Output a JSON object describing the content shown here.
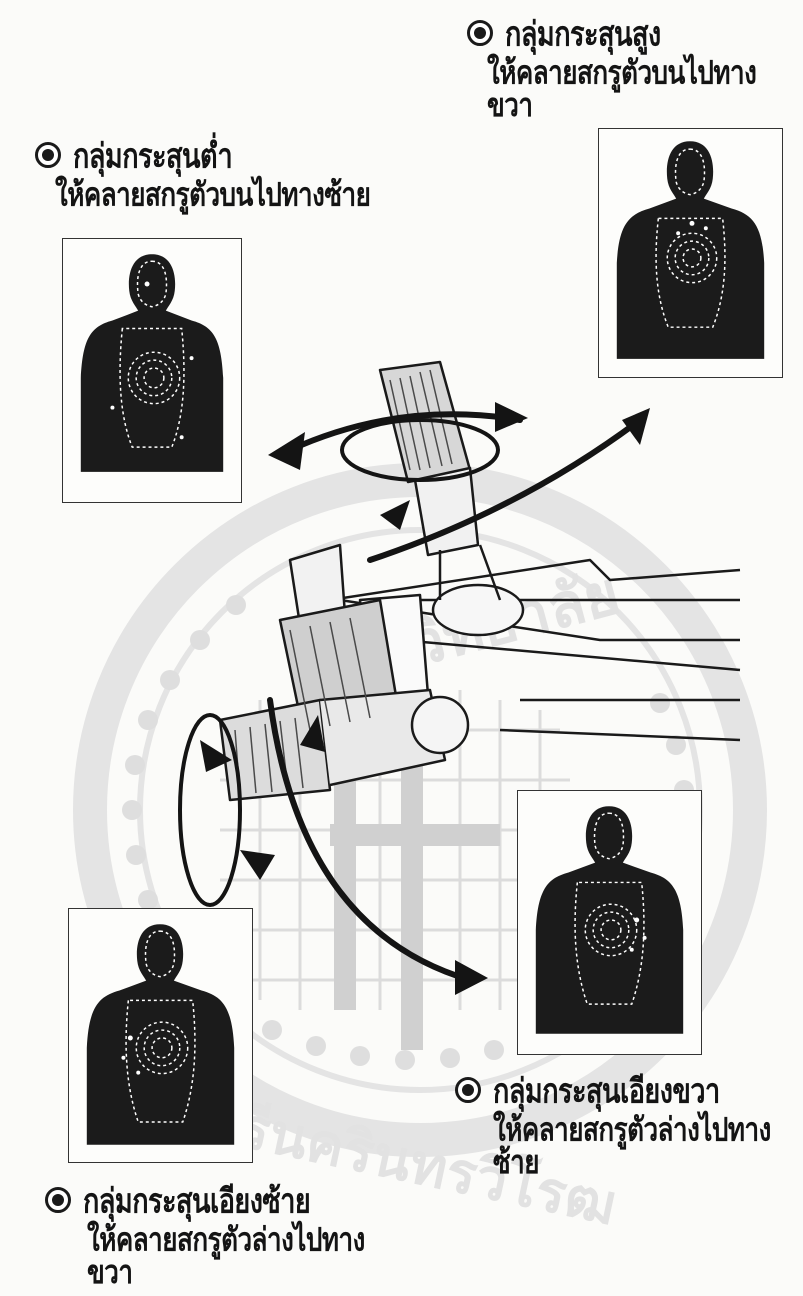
{
  "captions": {
    "top_right": {
      "line1": "กลุ่มกระสุนสูง",
      "line2": "ให้คลายสกรูตัวบนไปทางขวา"
    },
    "top_left": {
      "line1": "กลุ่มกระสุนต่ำ",
      "line2": "ให้คลายสกรูตัวบนไปทางซ้าย"
    },
    "bottom_right": {
      "line1": "กลุ่มกระสุนเอียงขวา",
      "line2": "ให้คลายสกรูตัวล่างไปทางซ้าย"
    },
    "bottom_left": {
      "line1": "กลุ่มกระสุนเอียงซ้าย",
      "line2": "ให้คลายสกรูตัวล่างไปทางขวา"
    }
  },
  "watermark": {
    "text_top": "มหาวิทยาลัย",
    "text_bottom": "ศรีนครินทรวิโรฒ",
    "color": "#e6e6e6"
  },
  "colors": {
    "ink": "#141414",
    "silhouette": "#1b1b1b",
    "paper": "#fbfbf9"
  },
  "targets": [
    {
      "id": "low-group",
      "icon": "silhouette-target"
    },
    {
      "id": "high-group",
      "icon": "silhouette-target"
    },
    {
      "id": "right-group",
      "icon": "silhouette-target"
    },
    {
      "id": "left-group",
      "icon": "silhouette-target"
    }
  ]
}
